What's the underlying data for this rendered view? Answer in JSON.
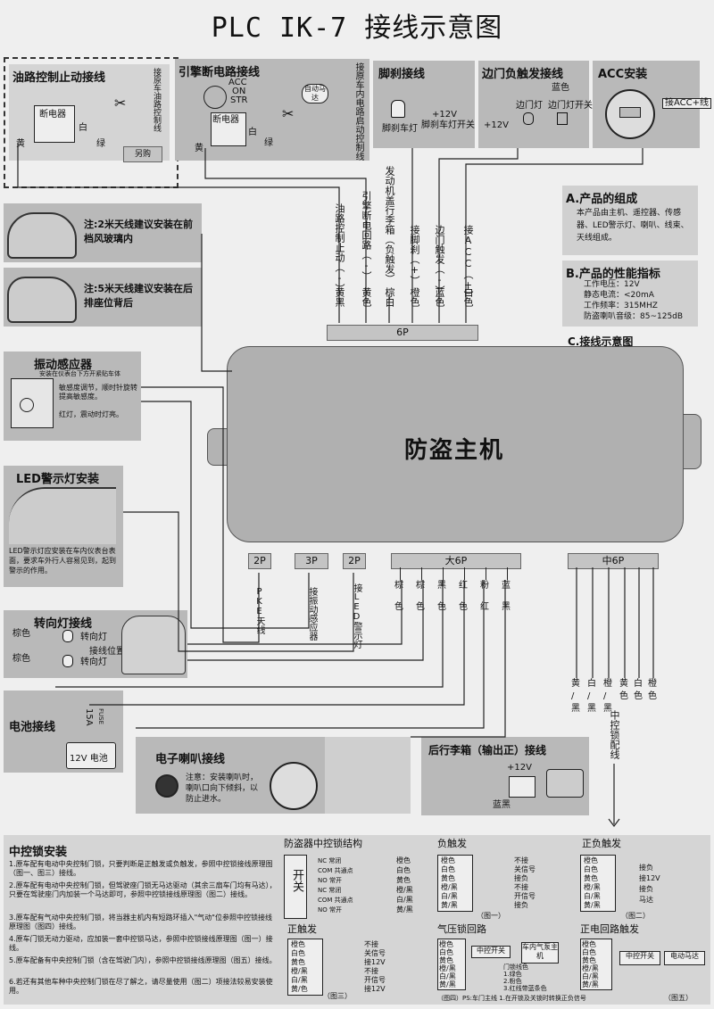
{
  "title": "PLC  IK-7 接线示意图",
  "panels": {
    "oil": {
      "title": "油路控制止动接线",
      "side": "接原车油路控制线",
      "ecu": "断电器",
      "white": "白",
      "green": "绿",
      "yellow": "黄",
      "buy": "另购"
    },
    "engine": {
      "title": "引擎断电路接线",
      "acc": "ACC",
      "on": "ON",
      "str": "STR",
      "auto": "自动马达",
      "ecu": "断电器",
      "white": "白",
      "green": "绿",
      "yellow": "黄",
      "side": "接原车内电路启动控制线"
    },
    "brake": {
      "title": "脚刹接线",
      "v12": "+12V",
      "lamp": "脚刹车灯",
      "sw": "脚刹车灯开关"
    },
    "door": {
      "title": "边门负触发接线",
      "blue": "蓝色",
      "lamp": "边门灯",
      "sw": "边门灯开关",
      "v12": "+12V"
    },
    "acc": {
      "title": "ACC安装",
      "wire": "接ACC+线"
    },
    "antenna1": "注:2米天线建议安装在前档风玻璃内",
    "antenna2": "注:5米天线建议安装在后排座位背后",
    "vib": {
      "title": "振动感应器",
      "desc": "安装在仪表台下方开紧贴车体",
      "adj": "敏感度调节，顺时针旋转提高敏感度。",
      "led": "红灯，震动时灯亮。"
    },
    "led": {
      "title": "LED警示灯安装",
      "desc": "LED警示灯应安装在车内仪表台表面，要求车外行人容易见到，起到警示的作用。"
    },
    "turn": {
      "title": "转向灯接线",
      "c1": "棕色",
      "c2": "棕色",
      "l1": "转向灯",
      "l2": "转向灯",
      "pos": "接线位置"
    },
    "battery": {
      "title": "电池接线",
      "fuse": "15A",
      "fuse2": "FUSE",
      "bat": "12V 电池"
    },
    "horn": {
      "title": "电子喇叭接线",
      "note": "注意：安装喇叭时，喇叭口向下倾斜，以防止进水。"
    },
    "trunk": {
      "title": "后行李箱（输出正）接线",
      "v12": "+12V",
      "black": "蓝黑"
    }
  },
  "product": {
    "a_title": "A.产品的组成",
    "a_text": "本产品由主机、遥控器、传感器、LED警示灯、喇叭、线束、天线组成。",
    "b_title": "B.产品的性能指标",
    "b_lines": [
      "工作电压：12V",
      "静态电流：<20mA",
      "工作频率：315MHZ",
      "防盗喇叭音级：85~125dB"
    ],
    "c_title": "C.接线示意图"
  },
  "main_unit": "防盗主机",
  "conn6p": {
    "label": "6P",
    "wires": [
      {
        "text": "油路控制止动（-）",
        "color": "黄黑"
      },
      {
        "text": "引擎断电回路（-）",
        "color": "黄色"
      },
      {
        "text": "发动机盖行李箱（负触发）",
        "color": "棕白"
      },
      {
        "text": "接脚刹（+）",
        "color": "橙色"
      },
      {
        "text": "边门触发（-）",
        "color": "蓝色"
      },
      {
        "text": "接ACC（+）",
        "color": "白色"
      }
    ]
  },
  "bottom_conns": [
    {
      "label": "2P",
      "text": "PKE天线"
    },
    {
      "label": "3P",
      "text": "接振动感应器"
    },
    {
      "label": "2P",
      "text": "接LED警示灯"
    }
  ],
  "big6p": {
    "label": "大6P",
    "colors": [
      [
        "棕",
        "色"
      ],
      [
        "棕",
        "色"
      ],
      [
        "黑",
        "色"
      ],
      [
        "红",
        "色"
      ],
      [
        "粉",
        "红"
      ],
      [
        "蓝",
        "黑"
      ]
    ]
  },
  "mid6p": {
    "label": "中6P",
    "colors": [
      [
        "黄",
        "/",
        "黑"
      ],
      [
        "白",
        "/",
        "黑"
      ],
      [
        "橙",
        "/",
        "黑"
      ],
      [
        "黄",
        "色"
      ],
      [
        "白",
        "色"
      ],
      [
        "橙",
        "色"
      ]
    ],
    "note": "中控锁配线"
  },
  "central_lock": {
    "title": "中控锁安装",
    "lines": [
      "1.原车配有电动中央控制门锁，只要判断是正触发或负触发，参照中控锁接线原理图（图一、图三）接线。",
      "2.原车配有电动中央控制门锁，但驾驶座门锁无马达驱动（其余三扇车门均有马达），只要在驾驶座门内加装一个马达即可，参照中控锁接线原理图（图二）接线。",
      "3.原车配有气动中央控制门锁，将当器主机内有短路环插入\"气动\"位参照中控锁接线原理图（图四）接线。",
      "4.原车门锁无动力驱动，应加装一套中控锁马达，参照中控锁接线原理图（图一）接线。",
      "5.原车配备有中央控制门锁（含在驾驶门内），参照中控锁接线原理图（图五）接线。",
      "6.若还有其他车种中央控制门锁在尽了解之，请尽量使用（图二）项接法较易安装使用。"
    ],
    "struct_title": "防盗器中控锁结构",
    "struct_switch": "开关",
    "struct_rows": [
      [
        "NC 常闭",
        "橙色"
      ],
      [
        "COM 共通点",
        "白色"
      ],
      [
        "NO 常开",
        "黄色"
      ],
      [
        "NC 常闭",
        "橙/黑"
      ],
      [
        "COM 共通点",
        "白/黑"
      ],
      [
        "NO 常开",
        "黄/黑"
      ]
    ],
    "neg_title": "负触发",
    "neg_rows": [
      "橙色",
      "白色",
      "黄色",
      "橙/黑",
      "白/黑",
      "黄/黑"
    ],
    "neg_right": [
      "不接",
      "关信号",
      "接负",
      "不接",
      "开信号",
      "接负"
    ],
    "neg_fig": "（图一）",
    "pos_title": "正负触发",
    "pos_rows": [
      "橙色",
      "白色",
      "黄色",
      "橙/黑",
      "白/黑",
      "黄/黑"
    ],
    "pos_right": [
      "接负",
      "接12V",
      "接负",
      "马达"
    ],
    "pos_fig": "（图二）",
    "zc_title": "正触发",
    "zc_rows": [
      "橙色",
      "白色",
      "黄色",
      "橙/黑",
      "白/黑",
      "黄/色"
    ],
    "zc_right": [
      "不接",
      "关信号",
      "接12V",
      "不接",
      "开信号",
      "接12V"
    ],
    "zc_fig": "（图三）",
    "air_title": "气压锁回路",
    "air_rows": [
      "橙色",
      "白色",
      "黄色",
      "橙/黑",
      "白/黑",
      "黄/黑"
    ],
    "air_box": "中控开关",
    "air_box2": "车内气泵主机",
    "air_notes": [
      "门锁线色",
      "1.绿色",
      "2.粉色",
      "3.红线带蓝条色"
    ],
    "air_fig": "（图四）PS:车门主线  1.在开锁及关锁时转换正负信号",
    "circ_title": "正电回路触发",
    "circ_rows": [
      "橙色",
      "白色",
      "黄色",
      "橙/黑",
      "白/黑",
      "黄/黑"
    ],
    "circ_box": "中控开关",
    "circ_motor": "电动马达",
    "circ_fig": "（图五）"
  }
}
